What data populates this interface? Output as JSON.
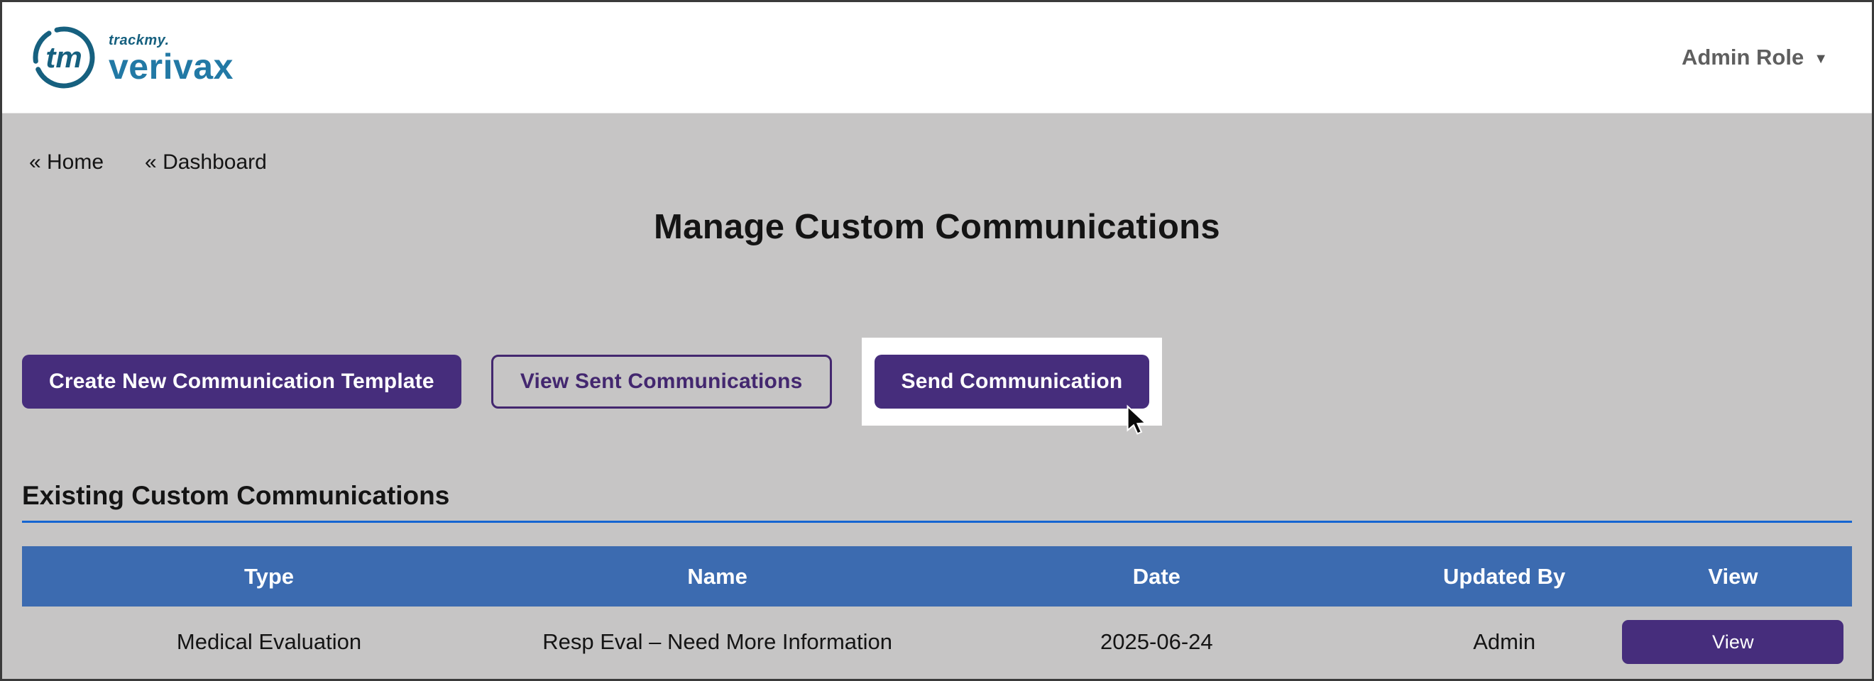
{
  "header": {
    "logo": {
      "monogram": "tm",
      "tagline": "trackmy.",
      "brand": "verivax"
    },
    "role_selector": {
      "label": "Admin Role"
    }
  },
  "breadcrumbs": [
    {
      "label": "« Home"
    },
    {
      "label": "« Dashboard"
    }
  ],
  "page": {
    "title": "Manage Custom Communications"
  },
  "actions": {
    "create_template": "Create New Communication Template",
    "view_sent": "View Sent Communications",
    "send": "Send Communication"
  },
  "section": {
    "title": "Existing Custom Communications"
  },
  "table": {
    "headers": [
      "Type",
      "Name",
      "Date",
      "Updated By",
      "View"
    ],
    "rows": [
      {
        "type": "Medical Evaluation",
        "name": "Resp Eval – Need More Information",
        "date": "2025-06-24",
        "updated_by": "Admin",
        "view_label": "View"
      }
    ]
  },
  "colors": {
    "accent_purple": "#462d7c",
    "table_header_blue": "#3c6bb0",
    "divider_blue": "#1565d1",
    "brand_blue": "#2279a5",
    "brand_dark": "#16607f",
    "page_background": "#c6c5c5"
  }
}
